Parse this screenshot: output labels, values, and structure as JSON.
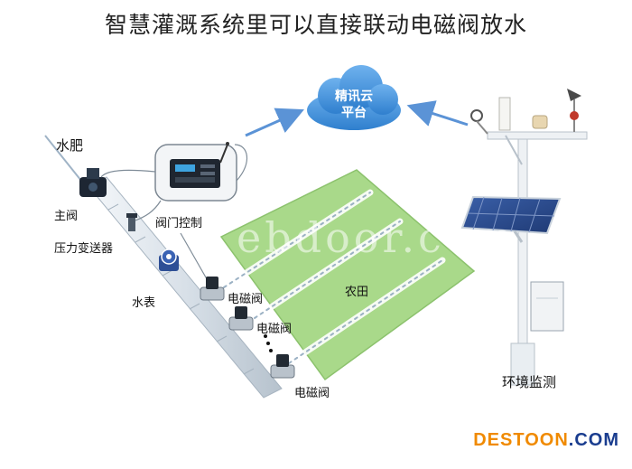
{
  "title": "智慧灌溉系统里可以直接联动电磁阀放水",
  "cloud": {
    "line1": "精讯云",
    "line2": "平台"
  },
  "labels": {
    "water_fertilizer": "水肥",
    "main_valve": "主阀",
    "pressure_transmitter": "压力变送器",
    "valve_control": "阀门控制",
    "water_meter": "水表",
    "solenoid_valve_1": "电磁阀",
    "solenoid_valve_2": "电磁阀",
    "solenoid_valve_3": "电磁阀",
    "farmland": "农田",
    "environment_monitoring": "环境监测"
  },
  "watermark": "ebdoor.com",
  "brand": {
    "part1": "DESTOON",
    "part2": ".COM",
    "color1": "#f08a00",
    "color2": "#1a3d8f"
  },
  "colors": {
    "field": "#a9d98a",
    "cloud": "#3b8fd8",
    "arrow": "#5b93d6",
    "pipe": "#d9e2ea"
  },
  "icons": [
    "cloud-icon",
    "controller-icon",
    "antenna-icon",
    "valve-icon",
    "water-meter-icon",
    "solar-panel-icon",
    "weather-station-icon"
  ]
}
